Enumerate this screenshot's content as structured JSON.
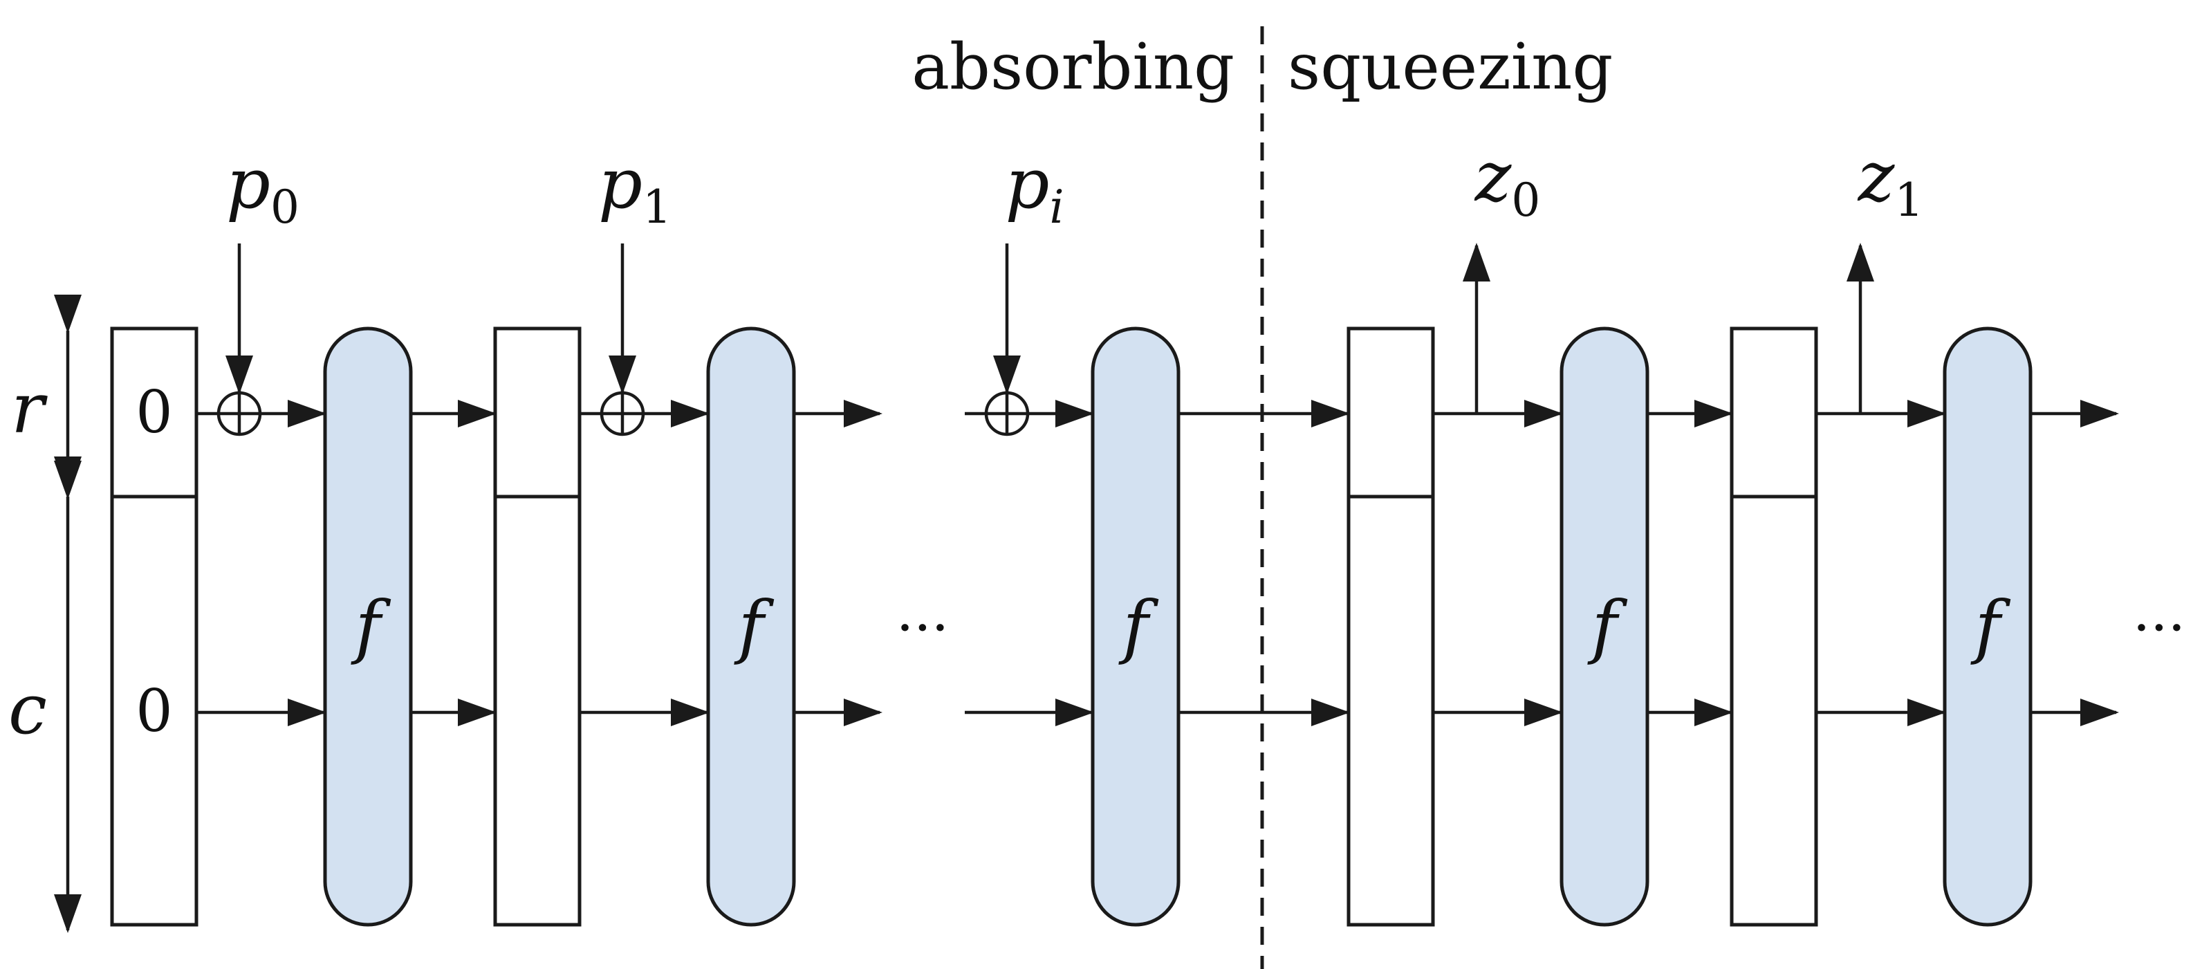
{
  "phases": {
    "absorbing": "absorbing",
    "squeezing": "squeezing"
  },
  "dims": {
    "rate": "r",
    "capacity": "c"
  },
  "initial_value": "0",
  "perm_label": "f",
  "ellipsis": "···",
  "inputs": [
    {
      "base": "p",
      "sub": "0"
    },
    {
      "base": "p",
      "sub": "1"
    },
    {
      "base": "p",
      "sub": "i"
    }
  ],
  "outputs": [
    {
      "base": "z",
      "sub": "0"
    },
    {
      "base": "z",
      "sub": "1"
    }
  ],
  "colors": {
    "perm_fill": "#d3e1f1",
    "stroke": "#1a1a1a"
  }
}
